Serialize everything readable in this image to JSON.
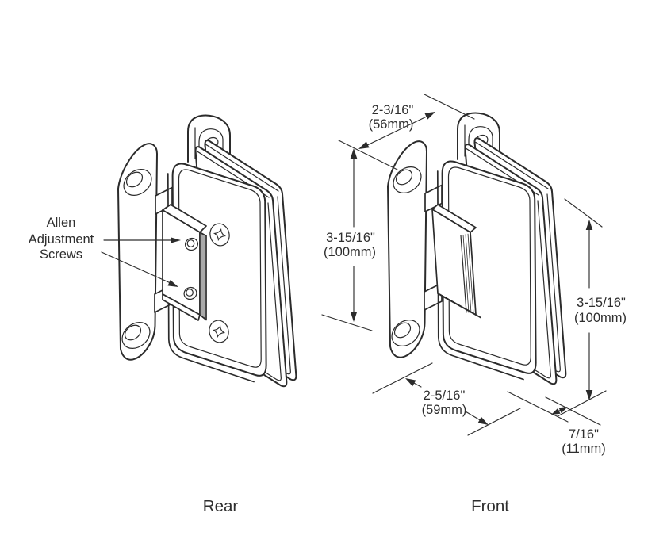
{
  "diagram": {
    "line_color": "#2b2b2b",
    "background": "#ffffff",
    "callout": {
      "line1": "Allen",
      "line2": "Adjustment",
      "line3": "Screws"
    },
    "views": {
      "rear": {
        "label": "Rear"
      },
      "front": {
        "label": "Front"
      }
    },
    "dimensions": {
      "top_width": {
        "inches": "2-3/16\"",
        "metric": "(56mm)"
      },
      "wall_plate_height": {
        "inches": "3-15/16\"",
        "metric": "(100mm)"
      },
      "glass_plate_height": {
        "inches": "3-15/16\"",
        "metric": "(100mm)"
      },
      "bottom_width": {
        "inches": "2-5/16\"",
        "metric": "(59mm)"
      },
      "glass_thickness": {
        "inches": "7/16\"",
        "metric": "(11mm)"
      }
    }
  }
}
